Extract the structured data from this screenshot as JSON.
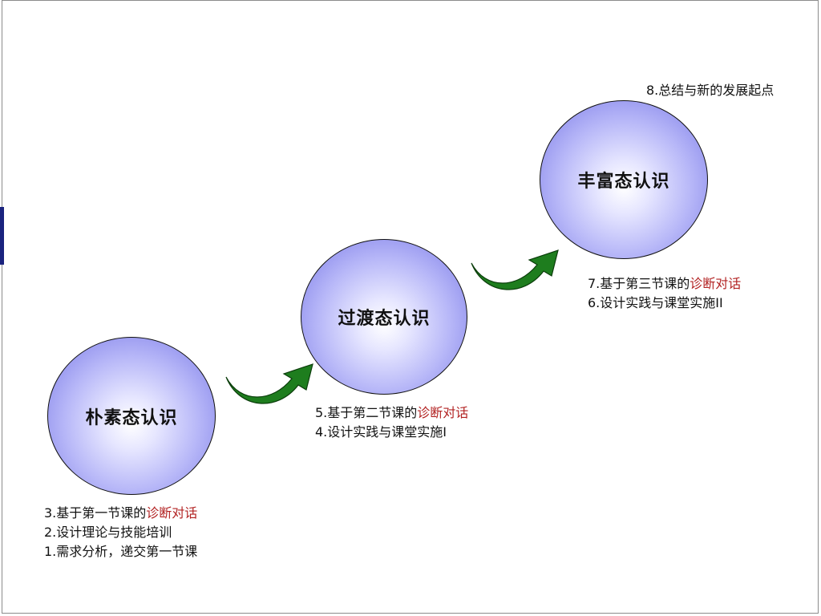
{
  "stages": [
    {
      "label": "朴素态认识"
    },
    {
      "label": "过渡态认识"
    },
    {
      "label": "丰富态认识"
    }
  ],
  "group1": {
    "step3_prefix": "3.基于第一节课的",
    "step3_highlight": "诊断对话",
    "step2": "2.设计理论与技能培训",
    "step1": "1.需求分析，递交第一节课"
  },
  "group2": {
    "step5_prefix": "5.基于第二节课的",
    "step5_highlight": "诊断对话",
    "step4": "4.设计实践与课堂实施I"
  },
  "group3": {
    "step7_prefix": "7.基于第三节课的",
    "step7_highlight": "诊断对话",
    "step6": "6.设计实践与课堂实施II"
  },
  "final_step": "8.总结与新的发展起点",
  "colors": {
    "highlight": "#b22222",
    "arrow_fill": "#1e7d1e",
    "circle_outer": "#7b7be6"
  }
}
